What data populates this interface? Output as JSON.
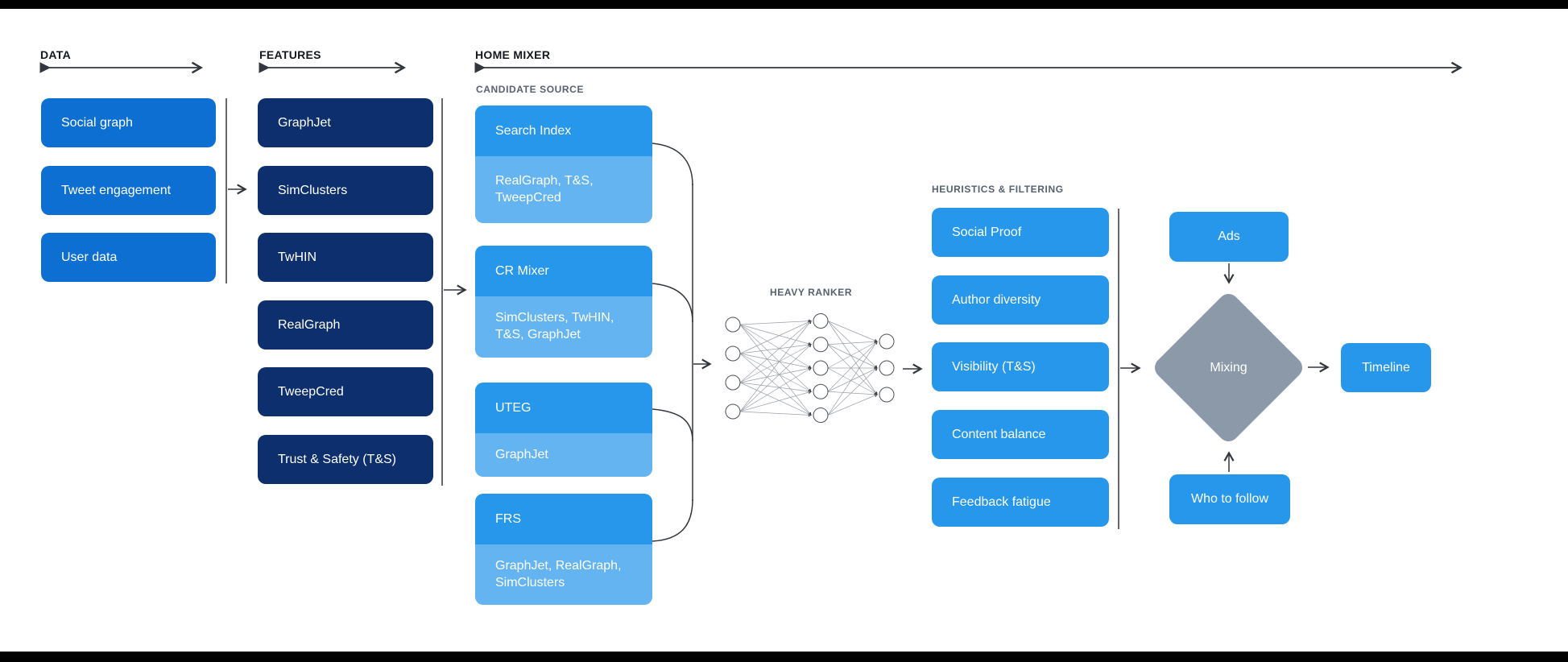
{
  "colors": {
    "mid_blue": "#0d6fd2",
    "navy": "#0d2f6d",
    "bright_blue": "#2697ea",
    "light_blue": "#64b4f1",
    "diamond_gray": "#8b99a9",
    "line": "#33373d",
    "background": "#ffffff",
    "letterbox": "#000000"
  },
  "sections": {
    "data": {
      "label": "DATA",
      "items": [
        "Social graph",
        "Tweet engagement",
        "User data"
      ]
    },
    "features": {
      "label": "FEATURES",
      "items": [
        "GraphJet",
        "SimClusters",
        "TwHIN",
        "RealGraph",
        "TweepCred",
        "Trust & Safety (T&S)"
      ]
    },
    "home_mixer": {
      "label": "HOME MIXER",
      "candidate_source": {
        "label": "CANDIDATE SOURCE",
        "items": [
          {
            "title": "Search Index",
            "sub": "RealGraph, T&S, TweepCred"
          },
          {
            "title": "CR Mixer",
            "sub": "SimClusters, TwHIN, T&S, GraphJet"
          },
          {
            "title": "UTEG",
            "sub": "GraphJet"
          },
          {
            "title": "FRS",
            "sub": "GraphJet, RealGraph, SimClusters"
          }
        ]
      },
      "heavy_ranker": {
        "label": "HEAVY RANKER",
        "network": {
          "layers": [
            4,
            5,
            3
          ]
        }
      },
      "heuristics": {
        "label": "HEURISTICS & FILTERING",
        "items": [
          "Social Proof",
          "Author diversity",
          "Visibility (T&S)",
          "Content balance",
          "Feedback fatigue"
        ]
      },
      "outputs": {
        "ads": "Ads",
        "mixing": "Mixing",
        "who_to_follow": "Who to follow",
        "timeline": "Timeline"
      }
    }
  }
}
